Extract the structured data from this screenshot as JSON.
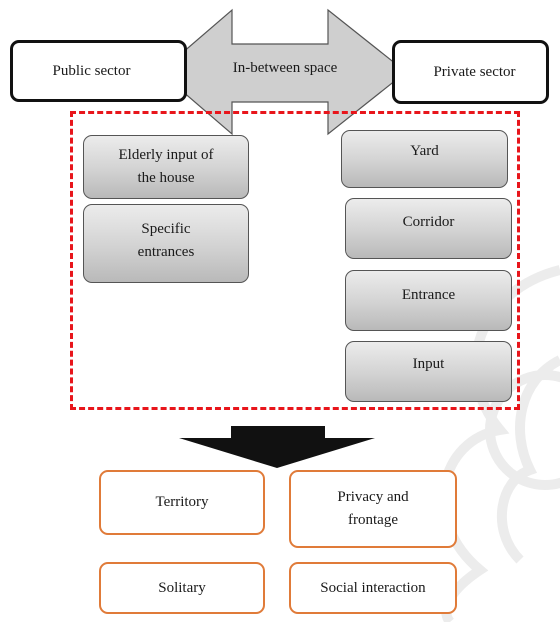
{
  "top": {
    "left_box": "Public sector",
    "center_arrow": "In-between space",
    "right_box": "Private sector"
  },
  "left_items": [
    "Elderly input of\nthe house",
    "Specific\nentrances"
  ],
  "right_items": [
    "Yard",
    "Corridor",
    "Entrance",
    "Input"
  ],
  "outcomes": [
    "Territory",
    "Privacy and\nfrontage",
    "Solitary",
    "Social interaction"
  ],
  "colors": {
    "dashed_border": "#e8151b",
    "outcome_border": "#e07b39",
    "arrow_fill": "#cfcfcf",
    "down_arrow": "#111111"
  }
}
